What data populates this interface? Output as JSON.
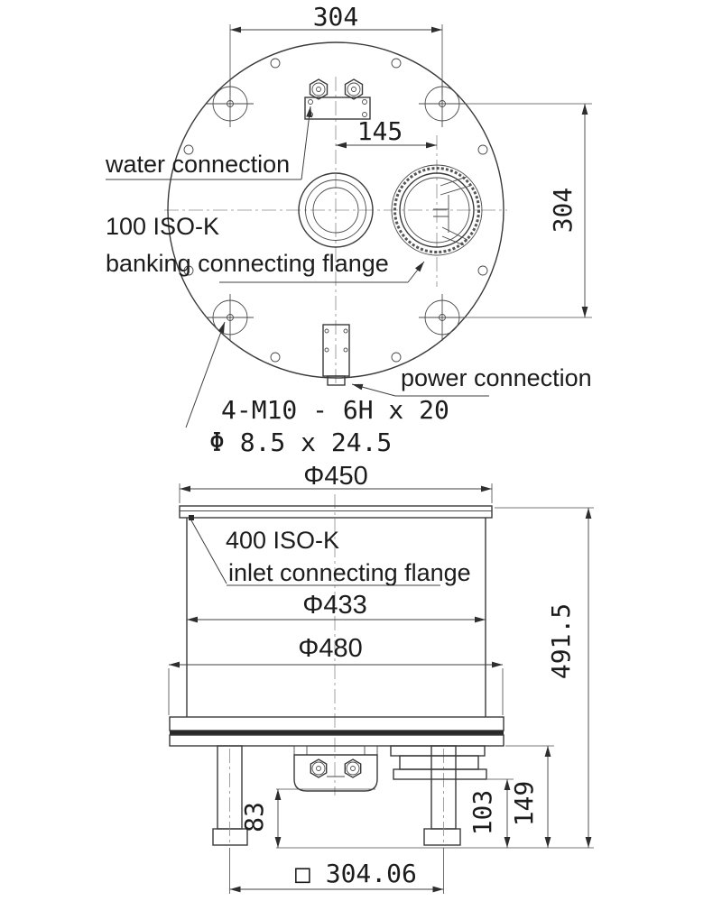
{
  "colors": {
    "line": "#3a3a3a",
    "text": "#1c1c1c",
    "background": "#ffffff"
  },
  "top_view": {
    "dim_width": "304",
    "dim_height": "304",
    "dim_port_spacing": "145",
    "water_label": "water connection",
    "flange_label_line1": "100 ISO-K",
    "flange_label_line2": "banking connecting flange",
    "power_label": "power connection",
    "thread_spec": "4-M10 - 6H x 20",
    "hole_spec": "Φ 8.5 x 24.5"
  },
  "side_view": {
    "flange_diameter": "Φ450",
    "inlet_label_line1": "400 ISO-K",
    "inlet_label_line2": "inlet connecting flange",
    "body_diameter": "Φ433",
    "base_diameter": "Φ480",
    "overall_height": "491.5",
    "water_fitting_height": "83",
    "backing_flange_height": "103",
    "base_height": "149",
    "leg_spacing": "□ 304.06"
  }
}
